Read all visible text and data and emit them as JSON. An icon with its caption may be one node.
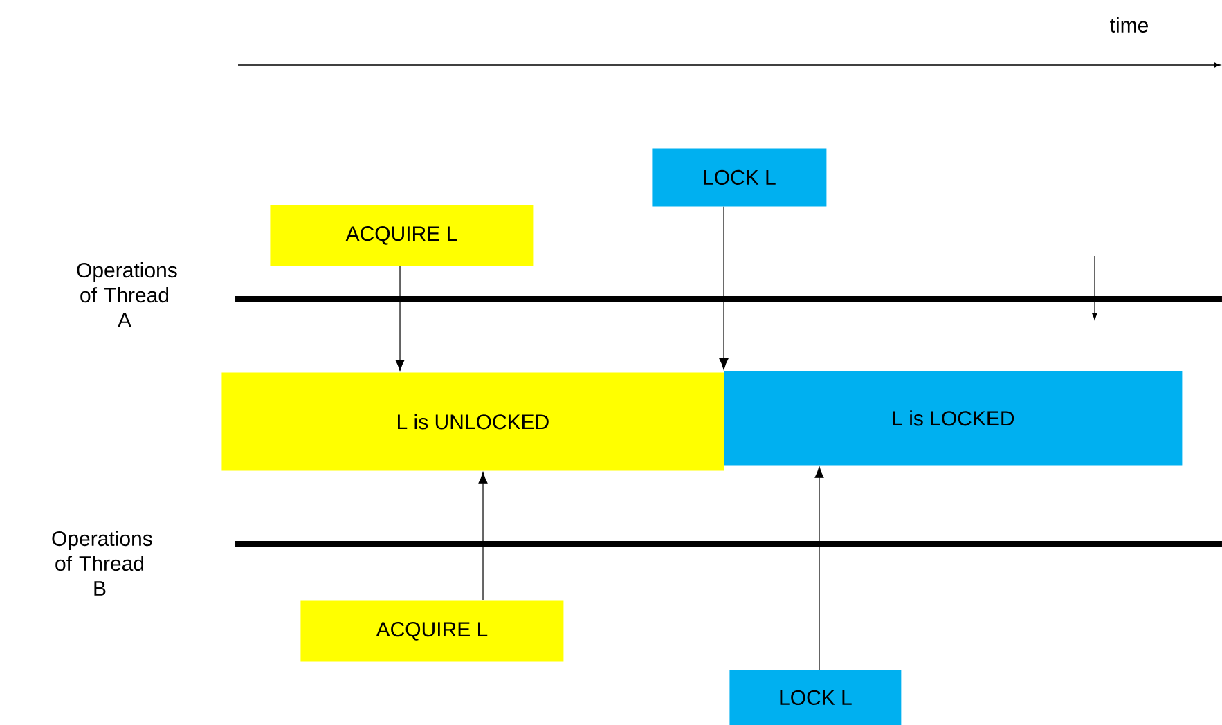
{
  "diagram": {
    "nodes": [
      {
        "text": [
          "ACQUIRE  L"
        ]
      },
      {
        "text": [
          "LOCK   L"
        ]
      },
      {
        "text": [
          "L is UNLOCKED"
        ]
      },
      {
        "text": [
          "L is LOCKED"
        ]
      },
      {
        "text": [
          "ACQUIRE  L"
        ]
      },
      {
        "text": [
          "LOCK   L"
        ]
      }
    ],
    "edges": [
      {
        "from": 0,
        "to": 2,
        "arrow": "to"
      },
      {
        "from": 1,
        "to": 3,
        "arrow": "to"
      },
      {
        "from": 4,
        "to": 2,
        "arrow": "to"
      },
      {
        "from": 5,
        "to": 3,
        "arrow": "to"
      }
    ],
    "labels": [
      "time",
      "Operations of Thread A",
      "Operations of Thread B"
    ]
  }
}
